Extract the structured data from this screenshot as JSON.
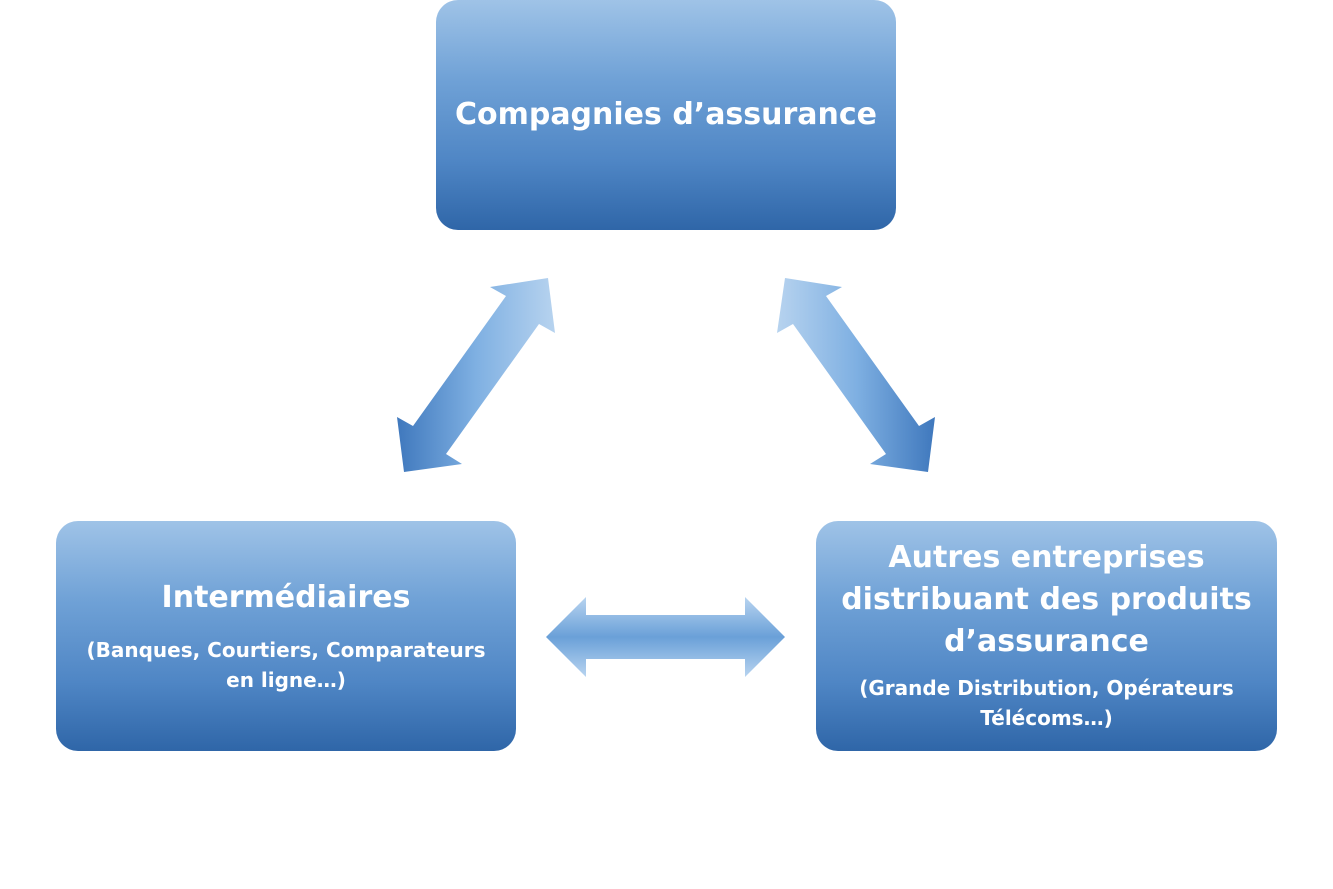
{
  "nodes": {
    "top": {
      "title": "Compagnies d’assurance"
    },
    "left": {
      "title": "Intermédiaires",
      "subtitle": "(Banques, Courtiers, Comparateurs en ligne…)"
    },
    "right": {
      "title": "Autres entreprises distribuant des produits d’assurance",
      "subtitle": "(Grande Distribution, Opérateurs Télécoms…)"
    }
  },
  "colors": {
    "box_top": "#9fc3e7",
    "box_bottom": "#2f66a8",
    "text": "#ffffff"
  }
}
